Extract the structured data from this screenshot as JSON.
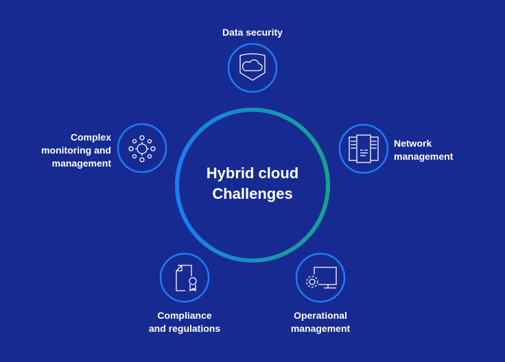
{
  "center": {
    "line1": "Hybrid cloud",
    "line2": "Challenges"
  },
  "nodes": [
    {
      "label": "Data security",
      "icon": "shield-cloud-icon"
    },
    {
      "label_lines": [
        "Network",
        "management"
      ],
      "icon": "server-rack-icon"
    },
    {
      "label_lines": [
        "Complex",
        "monitoring and",
        "management"
      ],
      "icon": "sun-network-icon"
    },
    {
      "label_lines": [
        "Compliance",
        "and regulations"
      ],
      "icon": "certificate-document-icon"
    },
    {
      "label_lines": [
        "Operational",
        "management"
      ],
      "icon": "gear-monitor-icon"
    }
  ],
  "colors": {
    "background": "#162a92",
    "ring_start": "#1a7cf0",
    "ring_end": "#16a38c",
    "node_stroke": "#1f7cf2"
  }
}
